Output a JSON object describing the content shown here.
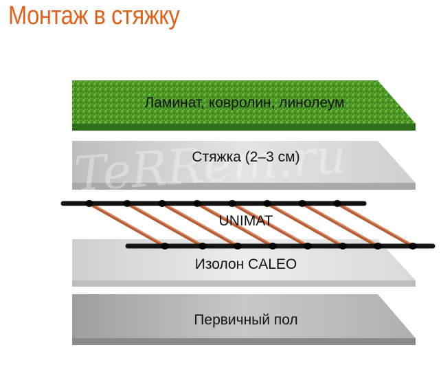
{
  "title": "Монтаж в стяжку",
  "layers": [
    {
      "label": "Ламинат, ковролин, линолеум",
      "material": "floor-covering",
      "color": "#4e9a2a"
    },
    {
      "label": "Стяжка (2–3 см)",
      "material": "screed",
      "color": "#d6d6d6"
    },
    {
      "label": "UNIMAT",
      "material": "heating-mat",
      "color": "#b65a32"
    },
    {
      "label": "Изолон CALEO",
      "material": "insulation",
      "color": "#e2e2e2"
    },
    {
      "label": "Первичный пол",
      "material": "subfloor",
      "color": "#b4b4b4"
    }
  ],
  "watermark": "TeRRem.ru"
}
